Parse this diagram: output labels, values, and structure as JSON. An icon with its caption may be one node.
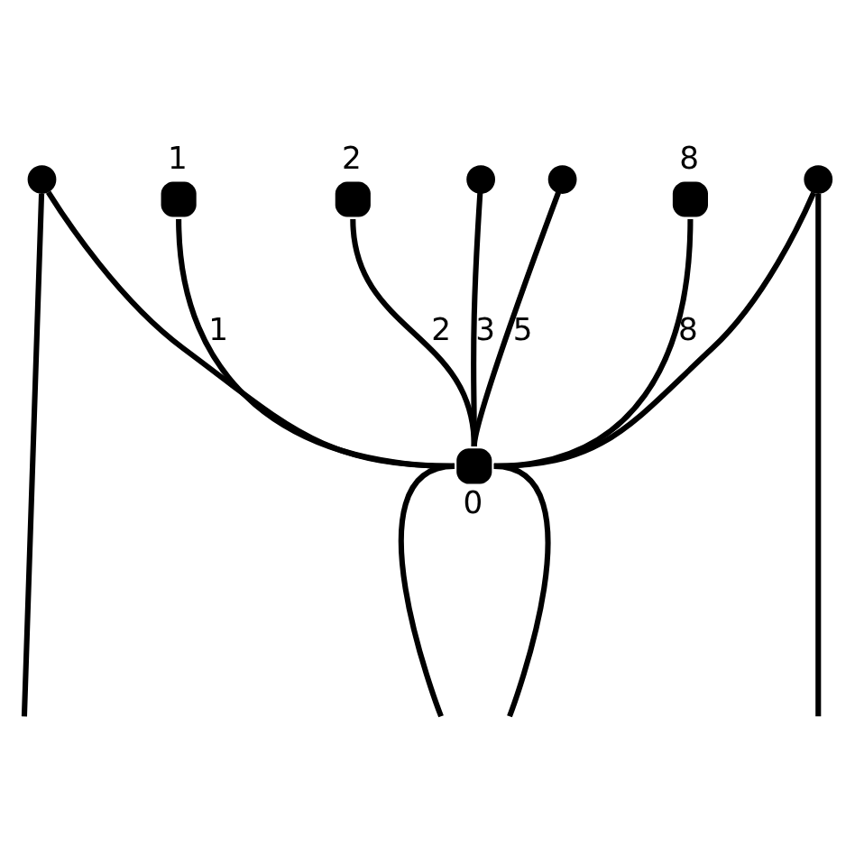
{
  "diagram": {
    "nodes": [
      {
        "text": [],
        "shape": "circle",
        "beside": [
          "0"
        ]
      },
      {
        "text": [],
        "shape": "circle"
      },
      {
        "text": [],
        "shape": "circle",
        "beside": [
          "1"
        ]
      },
      {
        "text": [],
        "shape": "circle",
        "beside": [
          "2"
        ]
      },
      {
        "text": [],
        "shape": "circle"
      },
      {
        "text": [],
        "shape": "circle"
      },
      {
        "text": [],
        "shape": "circle",
        "beside": [
          "8"
        ]
      },
      {
        "text": [],
        "shape": "circle"
      }
    ],
    "edges": [
      {
        "from": 0,
        "to": 1,
        "arrow": "none"
      },
      {
        "from": 0,
        "to": 2,
        "arrow": "none",
        "label": "1"
      },
      {
        "from": 0,
        "to": 3,
        "arrow": "none",
        "label": "2"
      },
      {
        "from": 0,
        "to": 4,
        "arrow": "none",
        "label": "3"
      },
      {
        "from": 0,
        "to": 5,
        "arrow": "none",
        "label": "5"
      },
      {
        "from": 0,
        "to": 6,
        "arrow": "none",
        "label": "8"
      },
      {
        "from": 0,
        "to": 7,
        "arrow": "none"
      },
      {
        "from": 1,
        "to": null,
        "arrow": "none"
      },
      {
        "from": 0,
        "to": null,
        "arrow": "none"
      },
      {
        "from": 0,
        "to": null,
        "arrow": "none"
      },
      {
        "from": 7,
        "to": null,
        "arrow": "none"
      }
    ]
  }
}
